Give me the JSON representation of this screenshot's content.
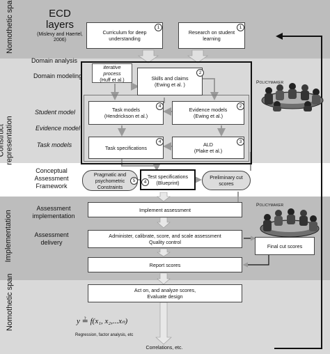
{
  "bands": {
    "nomothetic_top": "Nomothetic span",
    "construct": "Construct representation",
    "implementation": "Implementation",
    "nomothetic_bottom": "Nomothetic span"
  },
  "ecd": {
    "title": "ECD layers",
    "citation": "(Mislevy and Haertel, 2006)"
  },
  "layers": {
    "domain_analysis": "Domain analysis",
    "domain_modeling": "Domain modeling",
    "student_model": "Student model",
    "evidence_model": "Evidence model",
    "task_models": "Task models",
    "caf": "Conceptual Assessment Framework",
    "assessment_implementation": "Assessment implementation",
    "assessment_delivery": "Assessment delivery"
  },
  "boxes": {
    "curriculum": {
      "text": "Curriculum for deep understanding",
      "num": "1"
    },
    "research": {
      "text": "Research on student learning",
      "num": "1"
    },
    "iterative": {
      "title": "iterative process",
      "citation": "(Huff et al.)"
    },
    "skills": {
      "title": "Skills and claims",
      "citation": "(Ewing et al. )",
      "num": "2"
    },
    "task_models": {
      "title": "Task models",
      "citation": "(Hendrickson et al.)",
      "num": "4"
    },
    "evidence_models": {
      "title": "Evidence models",
      "citation": "(Ewing et al.)",
      "num": "2"
    },
    "task_specs": {
      "text": "Task specifications",
      "num": "4"
    },
    "ald": {
      "title": "ALD",
      "citation": "(Plake et al.)",
      "num": "3"
    },
    "pragmatic": {
      "text": "Pragmatic and psychometric Constraints",
      "num": "5"
    },
    "test_specs": {
      "title": "Test specifications",
      "sub": "(Blueprint)",
      "num": "4"
    },
    "prelim": {
      "text": "Preliminary cut scores"
    },
    "implement": {
      "text": "Implement assessment"
    },
    "administer": {
      "line1": "Administer, calibrate, score, and scale assessment",
      "line2": "Quality control"
    },
    "final_cut": {
      "text": "Final cut scores"
    },
    "report": {
      "text": "Report scores"
    },
    "act_on": {
      "line1": "Act on, and analyze scores,",
      "line2": "Evaluate design"
    }
  },
  "policymaker": "Policymaker",
  "formula": {
    "lhs": "y",
    "rel": "≟",
    "rhs": "f(x₁, x₂,...xₙ)",
    "caption": "Regression, factor analysis, etc"
  },
  "correlations": "Correlations, etc.",
  "colors": {
    "band_dark": "#bdbdbd",
    "band_light": "#d9d9d9",
    "white": "#ffffff",
    "arrow": "#a0a0a0"
  }
}
